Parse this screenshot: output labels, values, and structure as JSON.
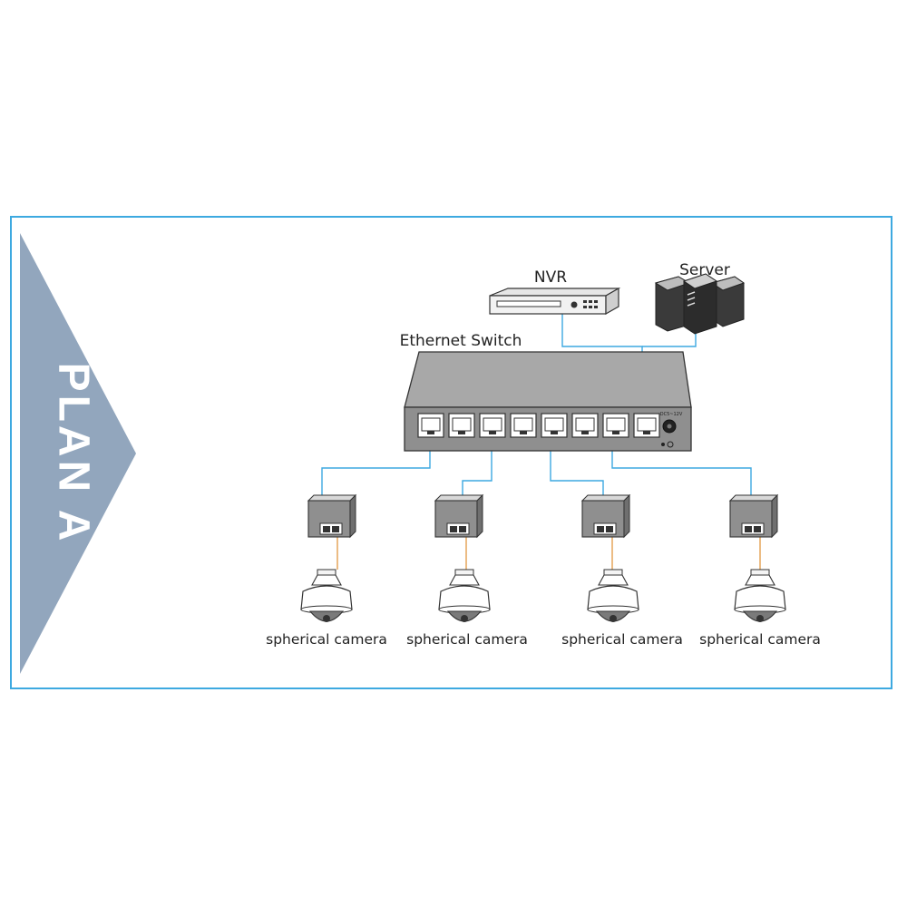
{
  "banner": {
    "text": "PLAN A",
    "color": "#92a6bd",
    "text_color": "#ffffff"
  },
  "frame_color": "#3da9e0",
  "link_color": "#3da9e0",
  "poe_link_color": "#e3a04f",
  "nodes": {
    "nvr": {
      "label": "NVR"
    },
    "server": {
      "label": "Server"
    },
    "switch": {
      "label": "Ethernet Switch",
      "power_label": "DC5~12V"
    },
    "cameras": [
      {
        "label": "spherical camera"
      },
      {
        "label": "spherical camera"
      },
      {
        "label": "spherical camera"
      },
      {
        "label": "spherical camera"
      }
    ]
  }
}
